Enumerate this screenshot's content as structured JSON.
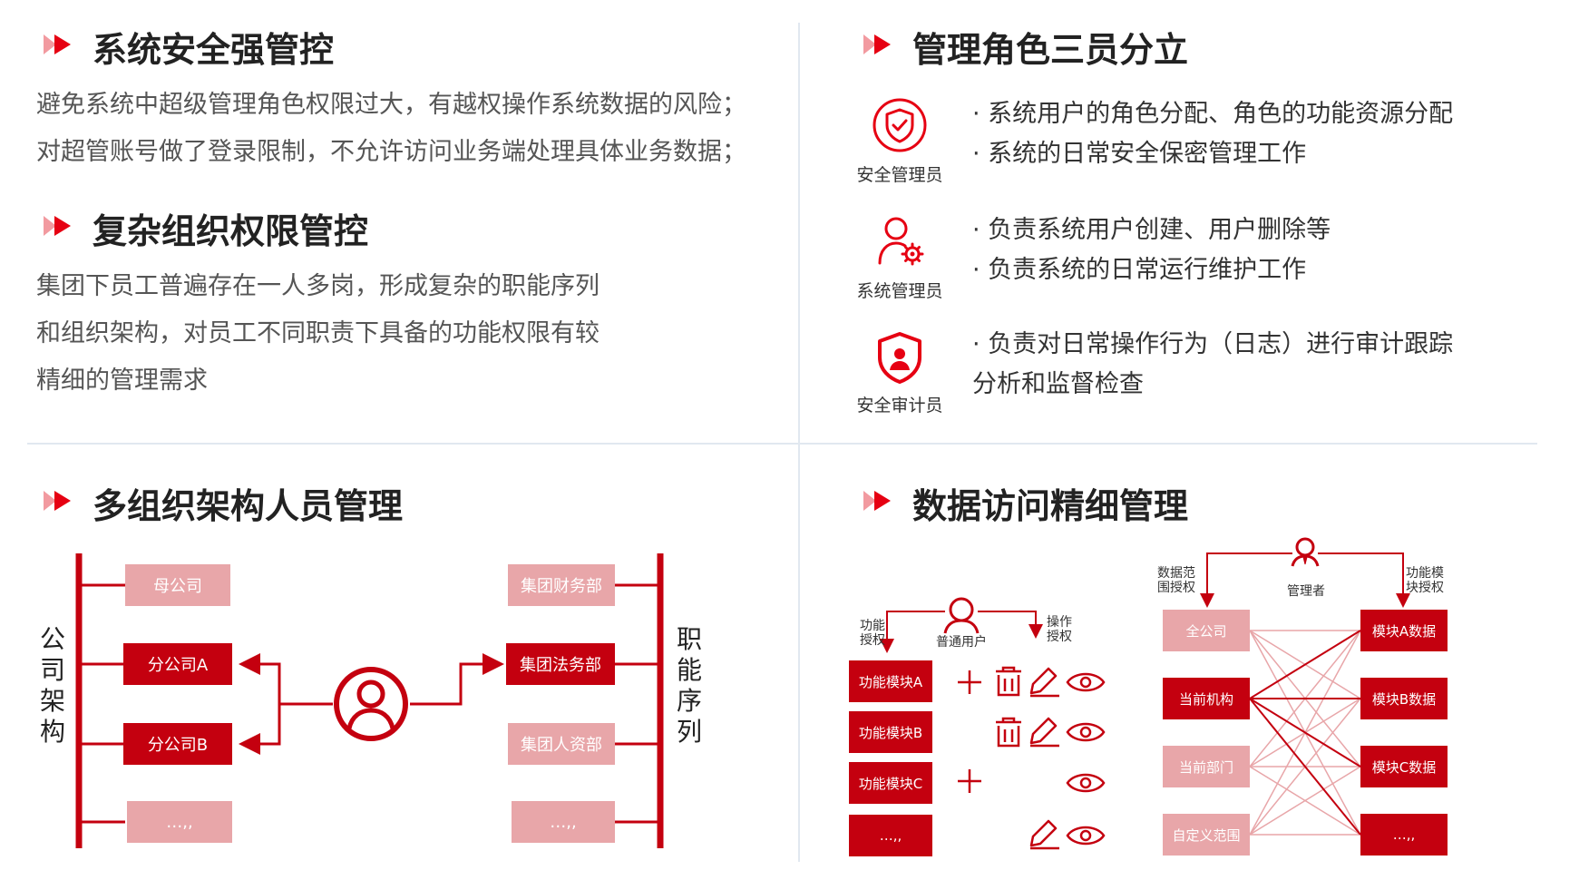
{
  "top_left": {
    "title1": "系统安全强管控",
    "p1_line1": "避免系统中超级管理角色权限过大，有越权操作系统数据的风险；",
    "p1_line2": "对超管账号做了登录限制，不允许访问业务端处理具体业务数据；",
    "title2": "复杂组织权限管控",
    "p2_line1": "集团下员工普遍存在一人多岗，形成复杂的职能序列",
    "p2_line2": "和组织架构，对员工不同职责下具备的功能权限有较",
    "p2_line3": "精细的管理需求"
  },
  "top_right": {
    "title": "管理角色三员分立",
    "roles": [
      {
        "name": "安全管理员",
        "icon": "shield-check-icon",
        "duties": [
          "· 系统用户的角色分配、角色的功能资源分配",
          "· 系统的日常安全保密管理工作"
        ]
      },
      {
        "name": "系统管理员",
        "icon": "user-gear-icon",
        "duties": [
          "· 负责系统用户创建、用户删除等",
          "· 负责系统的日常运行维护工作"
        ]
      },
      {
        "name": "安全审计员",
        "icon": "shield-user-icon",
        "duties": [
          "· 负责对日常操作行为（日志）进行审计跟踪",
          "分析和监督检查"
        ]
      }
    ]
  },
  "bottom_left": {
    "title": "多组织架构人员管理",
    "left_axis": [
      "公",
      "司",
      "架",
      "构"
    ],
    "right_axis": [
      "职",
      "能",
      "序",
      "列"
    ],
    "left_boxes": [
      "母公司",
      "分公司A",
      "分公司B",
      "…,,"
    ],
    "right_boxes": [
      "集团财务部",
      "集团法务部",
      "集团人资部",
      "…,,"
    ]
  },
  "bottom_right": {
    "title": "数据访问精细管理",
    "left": {
      "user_label": "普通用户",
      "func_auth": [
        "功能",
        "授权"
      ],
      "op_auth": [
        "操作",
        "授权"
      ],
      "modules": [
        "功能模块A",
        "功能模块B",
        "功能模块C",
        "…,,"
      ]
    },
    "right": {
      "manager_label": "管理者",
      "data_scope": [
        "数据范",
        "围授权"
      ],
      "func_module": [
        "功能模",
        "块授权"
      ],
      "scopes": [
        "全公司",
        "当前机构",
        "当前部门",
        "自定义范围"
      ],
      "modules": [
        "模块A数据",
        "模块B数据",
        "模块C数据",
        "…,,"
      ]
    }
  },
  "colors": {
    "accent": "#c4000f",
    "light": "#e8a6a9",
    "divider": "#e1e8f0"
  }
}
